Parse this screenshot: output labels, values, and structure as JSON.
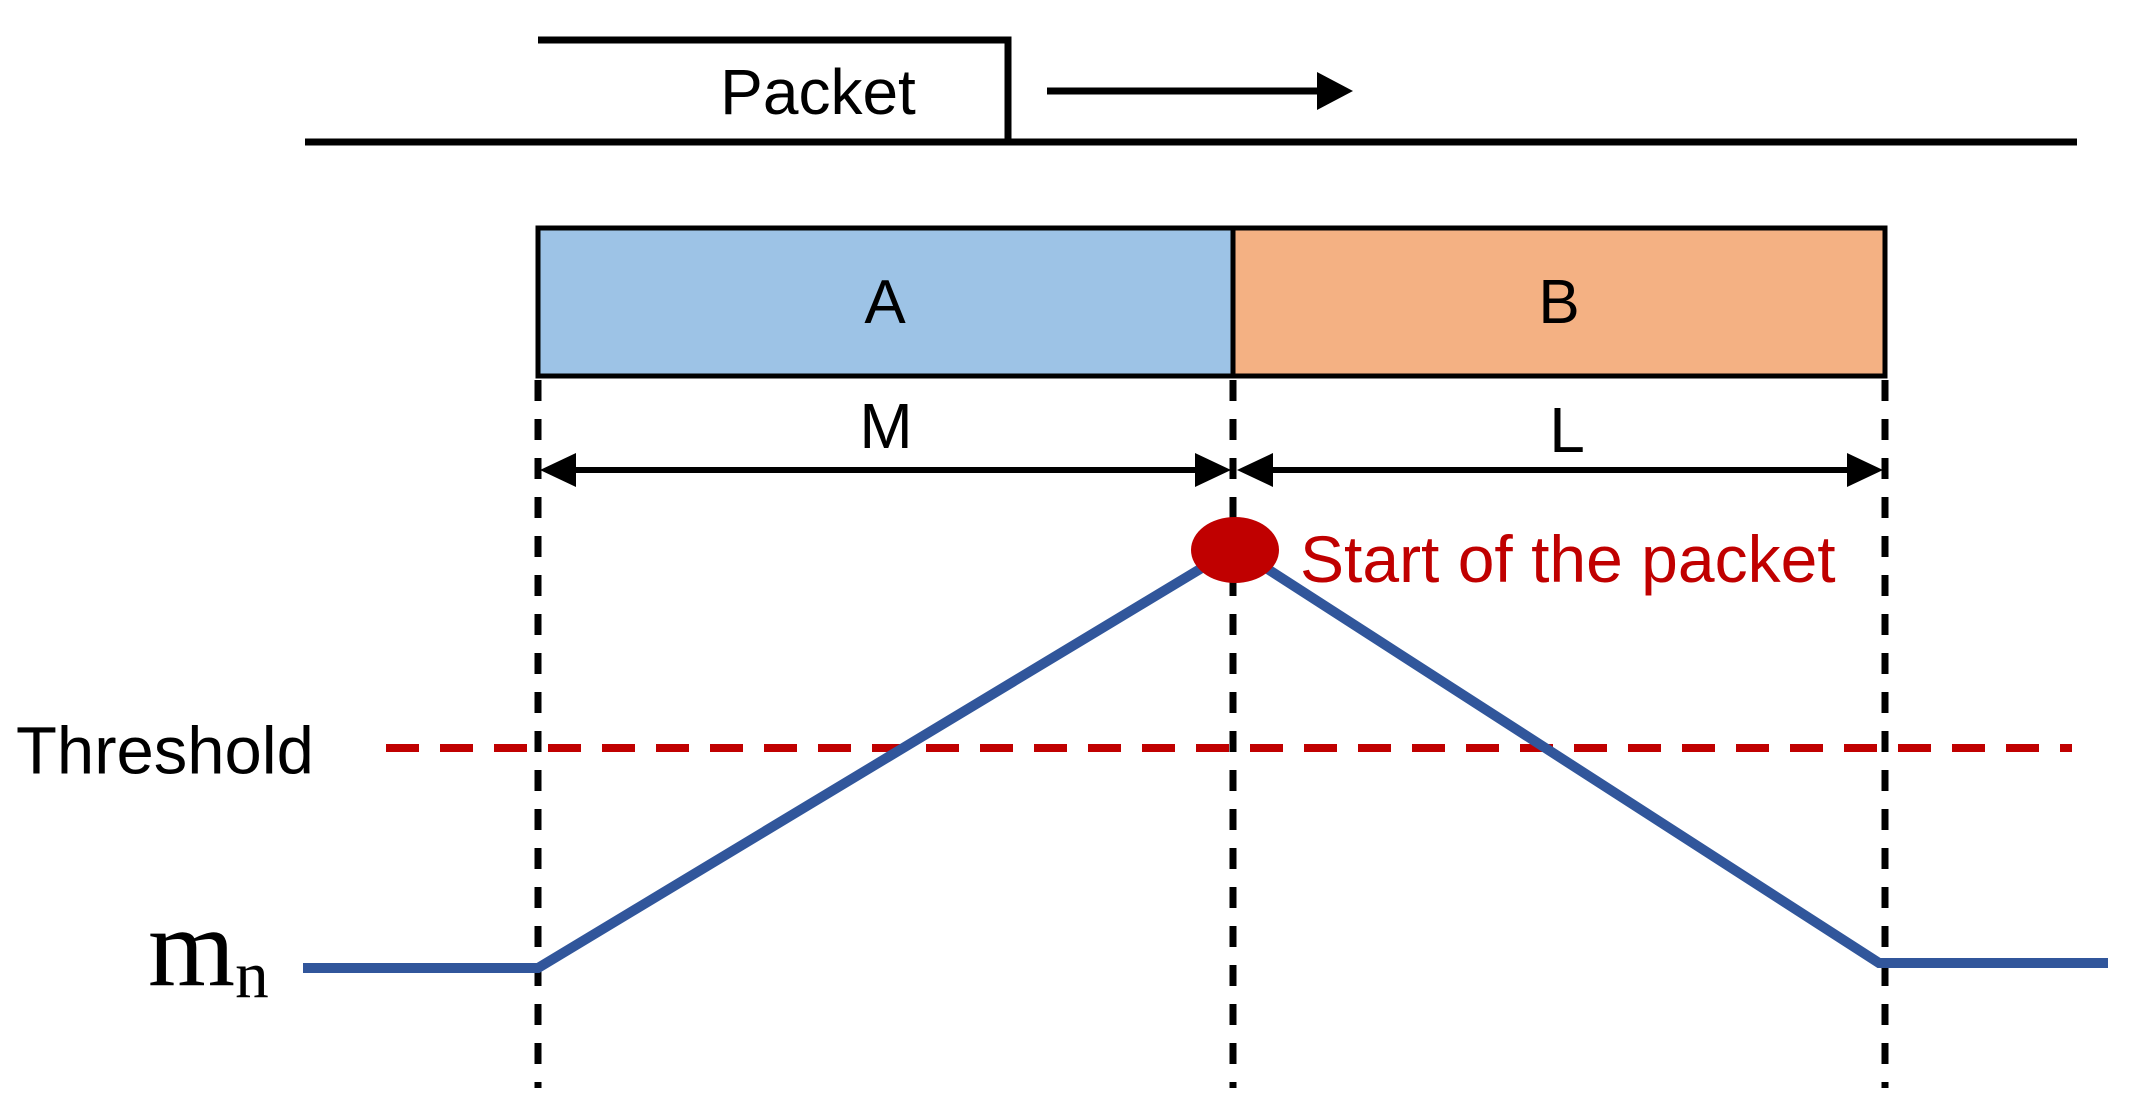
{
  "packet_strip": {
    "label": "Packet"
  },
  "blocks": {
    "a": "A",
    "b": "B"
  },
  "dimensions": {
    "m": "M",
    "l": "L"
  },
  "annotations": {
    "start_of_packet": "Start of the packet",
    "threshold": "Threshold",
    "metric_base": "m",
    "metric_subscript": "n"
  },
  "colors": {
    "background": "#FFFFFF",
    "line_black": "#000000",
    "block_a_fill": "#9DC3E6",
    "block_b_fill": "#F4B183",
    "waveform_blue": "#31569B",
    "accent_red": "#C00000"
  }
}
